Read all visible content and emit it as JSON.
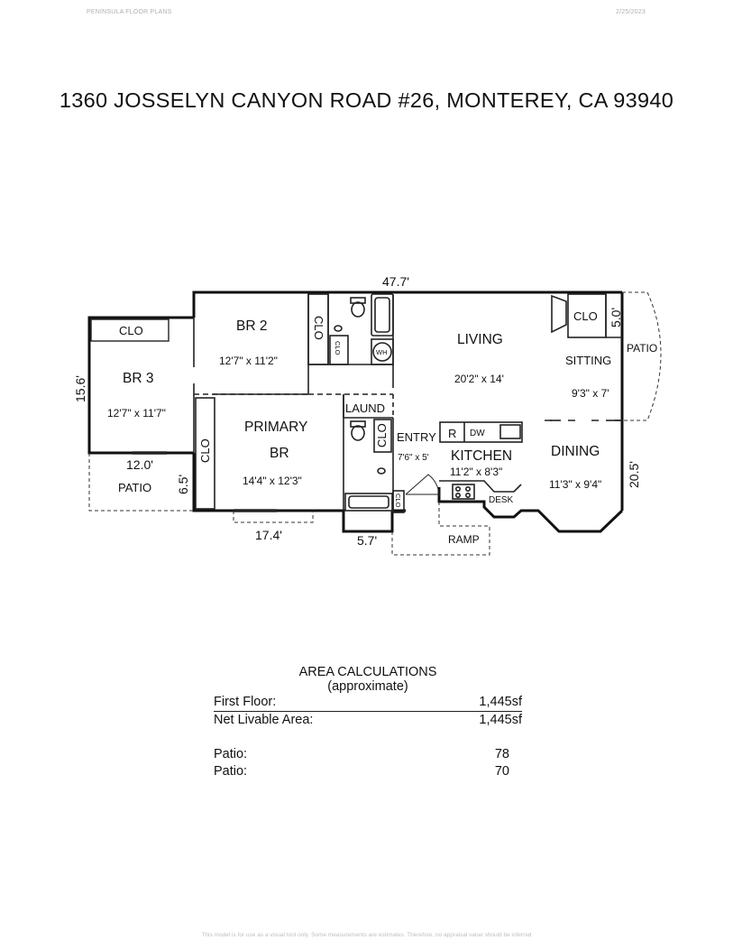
{
  "header": {
    "company": "PENINSULA FLOOR PLANS",
    "date": "2/25/2023"
  },
  "title": "1360 JOSSELYN CANYON ROAD #26, MONTEREY, CA  93940",
  "plan": {
    "dim_top": "47.7'",
    "dim_left": "15.6'",
    "dim_right": "20.5'",
    "dim_patio_width": "12.0'",
    "dim_patio_depth": "6.5'",
    "dim_bottom_primary": "17.4'",
    "dim_bottom_bath": "5.7'",
    "dim_patio_right": "5.0'",
    "rooms": {
      "br3": {
        "name": "BR 3",
        "size": "12'7\" x 11'7\""
      },
      "br2": {
        "name": "BR 2",
        "size": "12'7\" x 11'2\""
      },
      "primary": {
        "name1": "PRIMARY",
        "name2": "BR",
        "size": "14'4\" x 12'3\""
      },
      "living": {
        "name": "LIVING",
        "size": "20'2\" x 14'"
      },
      "sitting": {
        "name": "SITTING",
        "size": "9'3\" x 7'"
      },
      "dining": {
        "name": "DINING",
        "size": "11'3\" x 9'4\""
      },
      "kitchen": {
        "name": "KITCHEN",
        "size": "11'2\" x 8'3\""
      },
      "entry": {
        "name": "ENTRY",
        "size": "7'6\" x 5'"
      }
    },
    "labels": {
      "clo": "CLO",
      "laund": "LAUND",
      "patio": "PATIO",
      "ramp": "RAMP",
      "desk": "DESK",
      "fridge": "R",
      "dishwasher": "DW",
      "water_heater": "WH"
    }
  },
  "area": {
    "title": "AREA CALCULATIONS",
    "subtitle": "(approximate)",
    "rows": [
      {
        "label": "First  Floor:",
        "value": "1,445sf"
      },
      {
        "label": "Net Livable Area:",
        "value": "1,445sf"
      }
    ],
    "patios": [
      {
        "label": "Patio:",
        "value": "78"
      },
      {
        "label": "Patio:",
        "value": "70"
      }
    ]
  },
  "footer": "This model is for use as a visual tool only. Some measurements are estimates. Therefore, no appraisal value should be inferred"
}
